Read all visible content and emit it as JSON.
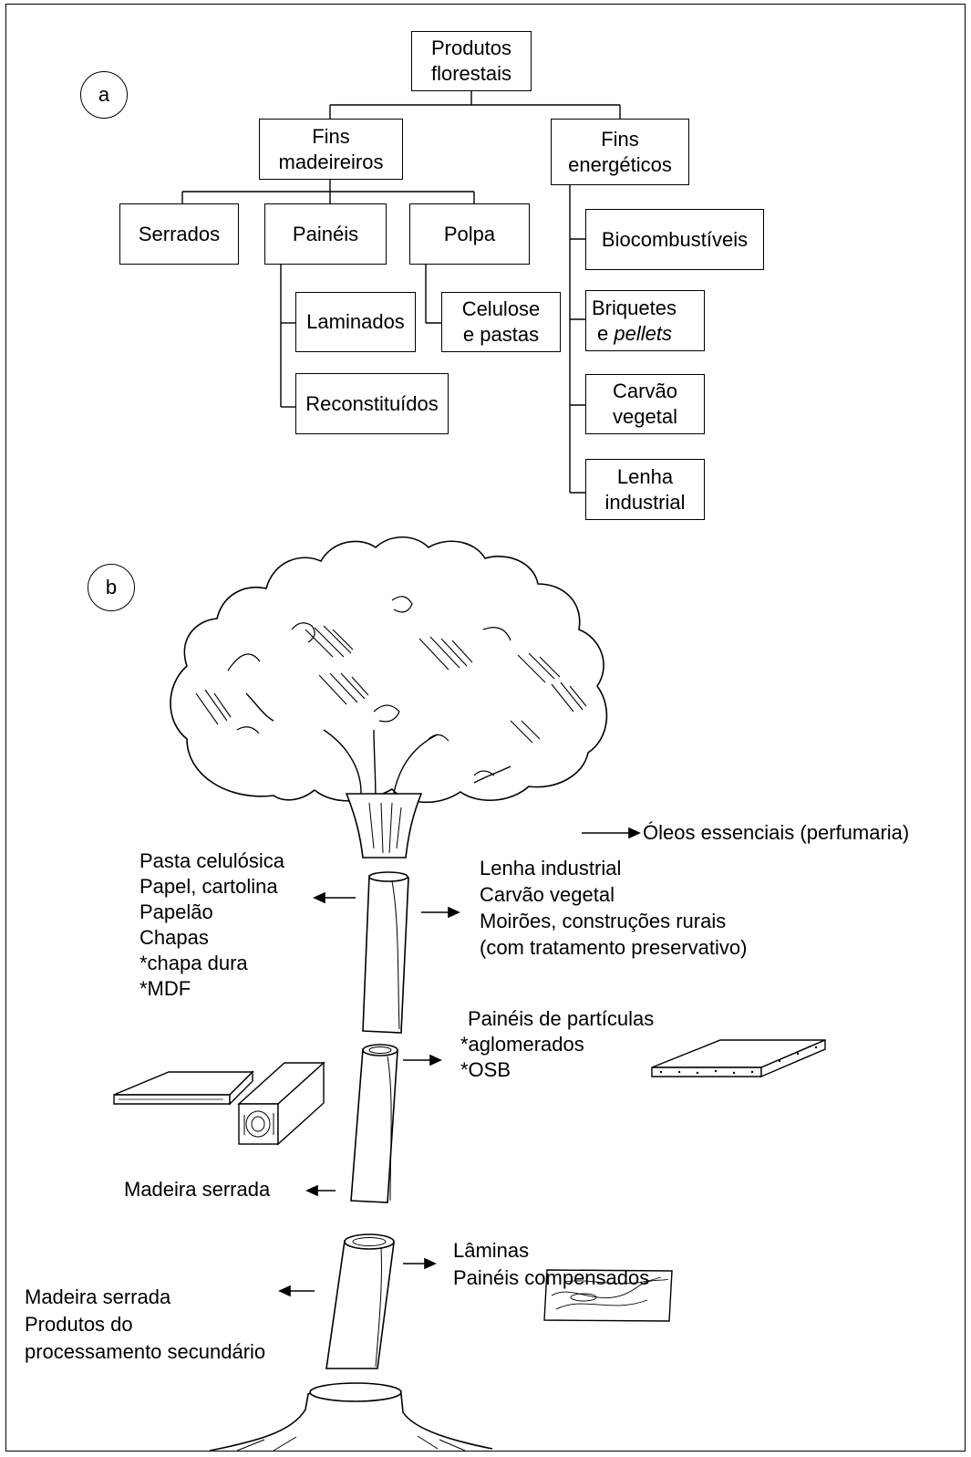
{
  "diagram_a": {
    "badge": "a",
    "root": [
      "Produtos",
      "florestais"
    ],
    "fins_madeireiros": [
      "Fins",
      "madeireiros"
    ],
    "fins_energeticos": [
      "Fins",
      "energéticos"
    ],
    "serrados": "Serrados",
    "paineis": "Painéis",
    "polpa": "Polpa",
    "laminados": "Laminados",
    "reconstituidos": "Reconstituídos",
    "celulose": [
      "Celulose",
      "e pastas"
    ],
    "biocombustiveis": "Biocombustíveis",
    "briquetes": [
      "Briquetes",
      "e ",
      "pellets"
    ],
    "carvao": [
      "Carvão",
      "vegetal"
    ],
    "lenha": [
      "Lenha",
      "industrial"
    ]
  },
  "diagram_b": {
    "badge": "b",
    "oleos": "Óleos essenciais (perfumaria)",
    "top_left": [
      "Pasta celulósica",
      "Papel, cartolina",
      "Papelão",
      "Chapas",
      "*chapa dura",
      "*MDF"
    ],
    "top_right": [
      "Lenha industrial",
      "Carvão vegetal",
      "Moirões, construções rurais",
      "(com tratamento preservativo)"
    ],
    "mid_right": [
      "Painéis de partículas",
      "*aglomerados",
      "*OSB"
    ],
    "mid_left": "Madeira serrada",
    "low_right": [
      "Lâminas",
      "Painéis compensados"
    ],
    "low_left": [
      "Madeira serrada",
      "Produtos do",
      "processamento secundário"
    ]
  }
}
